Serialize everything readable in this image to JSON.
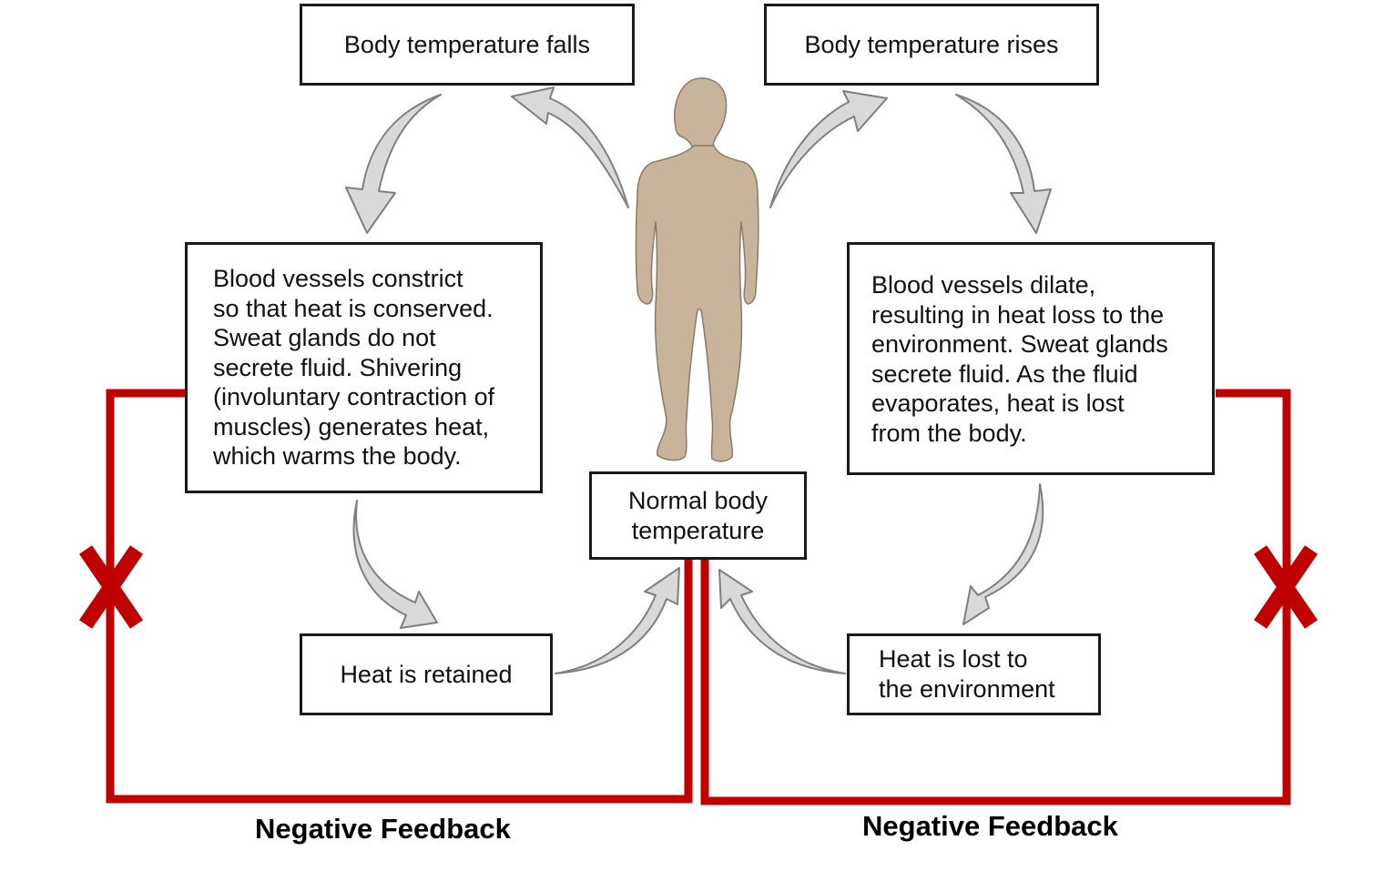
{
  "diagram": {
    "boxes": {
      "temp_falls": "Body temperature falls",
      "temp_rises": "Body temperature rises",
      "constrict_lines": [
        "Blood vessels constrict",
        "so that heat is conserved.",
        "Sweat glands do not",
        "secrete fluid. Shivering",
        "(involuntary contraction of",
        "muscles) generates heat,",
        "which warms the body."
      ],
      "dilate_lines": [
        "Blood vessels dilate,",
        "resulting in heat loss to the",
        "environment. Sweat glands",
        "secrete fluid. As the fluid",
        "evaporates, heat is lost",
        "from the body."
      ],
      "normal_lines": [
        "Normal body",
        "temperature"
      ],
      "retained": "Heat is retained",
      "lost_lines": [
        "Heat is lost to",
        "the environment"
      ]
    },
    "feedback_labels": {
      "left": "Negative Feedback",
      "right": "Negative Feedback"
    },
    "colors": {
      "feedback_line": "#c00000",
      "arrow_fill": "#d9d9d9",
      "arrow_stroke": "#7f7f7f",
      "body_fill": "#c8b49a",
      "box_border": "#1a1a1a"
    },
    "icons": {
      "figure": "human-figure-icon",
      "cancel_mark": "x-mark-icon"
    }
  }
}
